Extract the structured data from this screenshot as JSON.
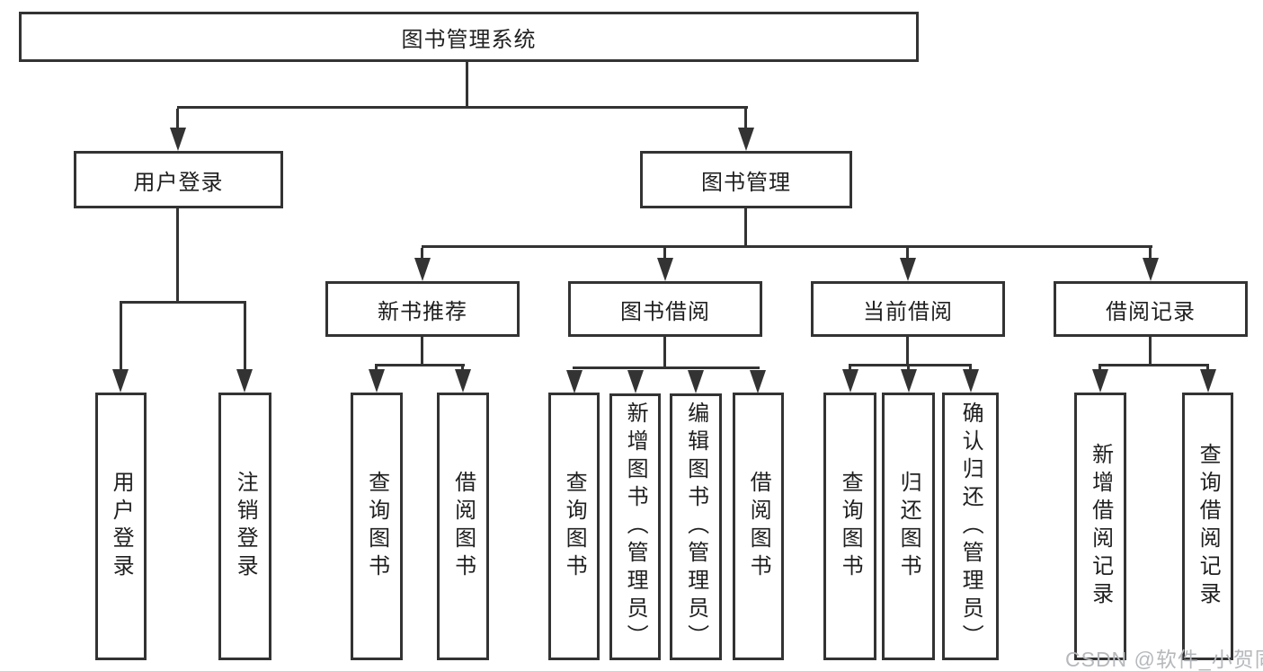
{
  "diagram": {
    "root": {
      "label": "图书管理系统"
    },
    "level2": [
      {
        "id": "user-login",
        "label": "用户登录"
      },
      {
        "id": "book-management",
        "label": "图书管理"
      }
    ],
    "level3": [
      {
        "id": "new-book-recommend",
        "label": "新书推荐"
      },
      {
        "id": "book-borrowing",
        "label": "图书借阅"
      },
      {
        "id": "current-borrowing",
        "label": "当前借阅"
      },
      {
        "id": "borrowing-records",
        "label": "借阅记录"
      }
    ],
    "leaves": {
      "user_login": [
        {
          "label": "用户登录"
        },
        {
          "label": "注销登录"
        }
      ],
      "new_book_recommend": [
        {
          "label": "查询图书"
        },
        {
          "label": "借阅图书"
        }
      ],
      "book_borrowing": [
        {
          "label": "查询图书"
        },
        {
          "label": "新增图书（管理员）"
        },
        {
          "label": "编辑图书（管理员）"
        },
        {
          "label": "借阅图书"
        }
      ],
      "current_borrowing": [
        {
          "label": "查询图书"
        },
        {
          "label": "归还图书"
        },
        {
          "label": "确认归还（管理员）"
        }
      ],
      "borrowing_records": [
        {
          "label": "新增借阅记录"
        },
        {
          "label": "查询借阅记录"
        }
      ]
    }
  },
  "watermark": {
    "text": "CSDN @软件_小贺同学"
  },
  "colors": {
    "line": "#333333",
    "text": "#1f1f1f",
    "watermark": "#b6b9bc",
    "background": "#ffffff"
  }
}
